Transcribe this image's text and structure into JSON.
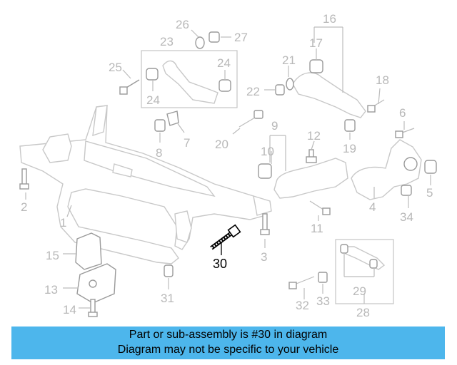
{
  "diagram": {
    "highlighted_part": "30",
    "callouts": [
      "1",
      "2",
      "3",
      "4",
      "5",
      "6",
      "7",
      "8",
      "9",
      "10",
      "11",
      "12",
      "13",
      "14",
      "15",
      "16",
      "17",
      "18",
      "19",
      "20",
      "21",
      "22",
      "23",
      "24",
      "24",
      "25",
      "26",
      "27",
      "28",
      "29",
      "30",
      "31",
      "32",
      "33",
      "34"
    ]
  },
  "caption": {
    "line1": "Part or sub-assembly is #30 in diagram",
    "line2": "Diagram may not be specific to your vehicle",
    "background": "#4db6ec"
  },
  "colors": {
    "line_art": "#c8c8c8",
    "highlight": "#000000"
  }
}
